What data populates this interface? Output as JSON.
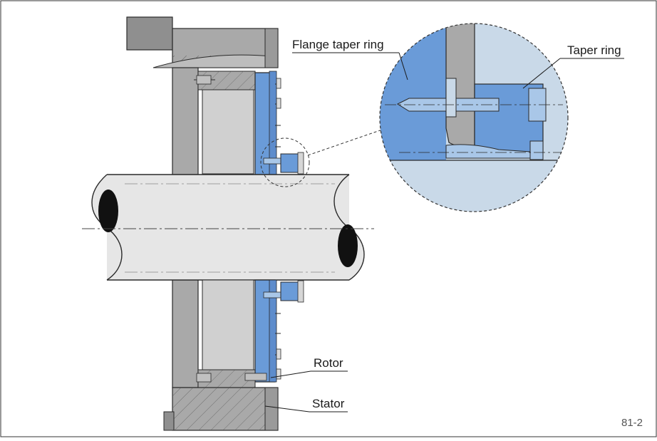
{
  "labels": {
    "flange_taper_ring": "Flange taper ring",
    "taper_ring": "Taper ring",
    "rotor": "Rotor",
    "stator": "Stator"
  },
  "figure_number": "81-2",
  "colors": {
    "steel": "#a9a9a9",
    "steel_dark": "#8f8f8f",
    "steel_light": "#c9c9c9",
    "blue": "#6a9bd8",
    "blue_light": "#a9c7e8",
    "shaft": "#e6e6e6",
    "outline": "#2a2a2a"
  }
}
